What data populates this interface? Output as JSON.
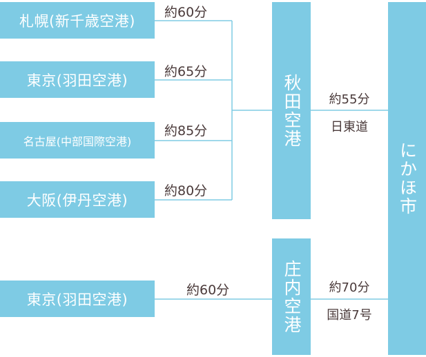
{
  "origins_akita": [
    {
      "name": "札幌(新千歳空港)",
      "time": "約60分"
    },
    {
      "name": "東京(羽田空港)",
      "time": "約65分"
    },
    {
      "name": "名古屋(中部国際空港)",
      "time": "約85分"
    },
    {
      "name": "大阪(伊丹空港)",
      "time": "約80分"
    }
  ],
  "origin_shonai": {
    "name": "東京(羽田空港)",
    "time": "約60分"
  },
  "airports": {
    "akita": "秋田空港",
    "shonai": "庄内空港"
  },
  "routes": {
    "akita": {
      "time": "約55分",
      "road": "日東道"
    },
    "shonai": {
      "time": "約70分",
      "road": "国道7号"
    }
  },
  "destination": "にかほ市",
  "colors": {
    "box": "#7ecbe4",
    "line": "#7ecbe4",
    "text": "#4a3a3a"
  }
}
